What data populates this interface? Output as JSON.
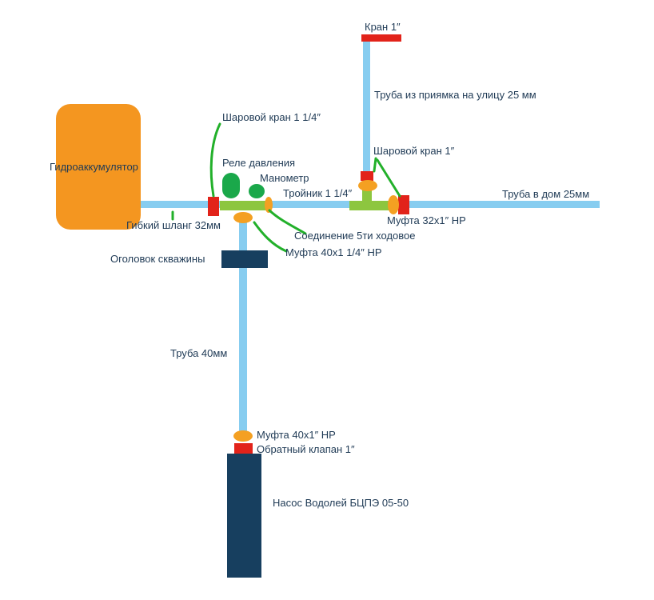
{
  "colors": {
    "pipe": "#87cdf0",
    "valve": "#e2231a",
    "coupling": "#f4a022",
    "tee": "#8dc63f",
    "gauge": "#1aa84a",
    "wellhead": "#173f5f",
    "pump": "#173f5f",
    "tank": "#f49620",
    "leader": "#22b02a",
    "text": "#1f3a55"
  },
  "labels": {
    "tap": "Кран 1″",
    "pipe_yard": "Труба из приямка на улицу 25 мм",
    "ball_valve_main": "Шаровой кран 1 1/4″",
    "ball_valve_small": "Шаровой кран 1″",
    "accumulator": "Гидроаккумулятор",
    "pressure_switch": "Реле давления",
    "manometer": "Манометр",
    "tee": "Тройник 1 1/4″",
    "pipe_house": "Труба в дом 25мм",
    "flexible_hose": "Гибкий шланг 32мм",
    "coupling_32": "Муфта 32х1″ НР",
    "five_way": "Соединение 5ти ходовое",
    "wellhead": "Оголовок скважины",
    "coupling_40_114": "Муфта 40х1 1/4″ НР",
    "pipe_40": "Труба 40мм",
    "coupling_40_1": "Муфта 40х1″ НР",
    "check_valve": "Обратный клапан 1″",
    "pump": "Насос Водолей БЦПЭ 05-50"
  }
}
